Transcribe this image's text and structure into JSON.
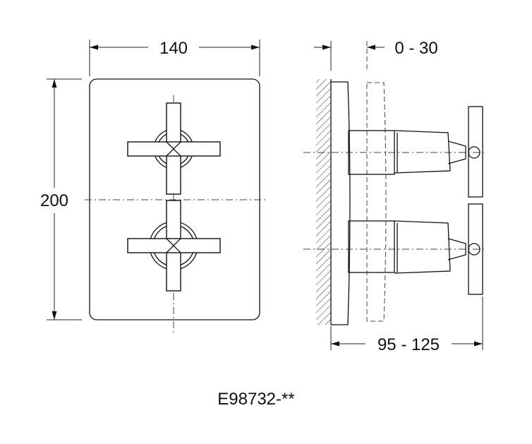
{
  "drawing": {
    "front_view": {
      "width_label": "140",
      "height_label": "200"
    },
    "side_view": {
      "offset_label": "0 - 30",
      "depth_label": "95 - 125"
    },
    "model_code": "E98732-**"
  }
}
